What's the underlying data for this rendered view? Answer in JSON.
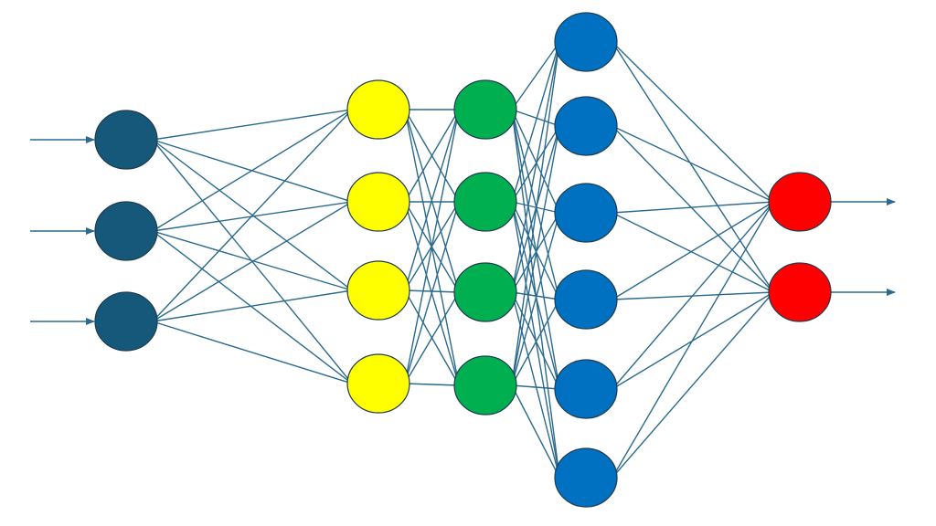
{
  "diagram": {
    "type": "neural-network",
    "edge_color": "#2a6a8e",
    "node_stroke": "#1f3b4d",
    "input_arrows": 3,
    "output_arrows": 2,
    "layers": [
      {
        "name": "input-layer",
        "nodes": 3,
        "color": "#16587a"
      },
      {
        "name": "hidden-layer-1",
        "nodes": 4,
        "color": "#ffff00"
      },
      {
        "name": "hidden-layer-2",
        "nodes": 4,
        "color": "#00b050"
      },
      {
        "name": "hidden-layer-3",
        "nodes": 6,
        "color": "#0070c0"
      },
      {
        "name": "output-layer",
        "nodes": 2,
        "color": "#ff0000"
      }
    ]
  }
}
